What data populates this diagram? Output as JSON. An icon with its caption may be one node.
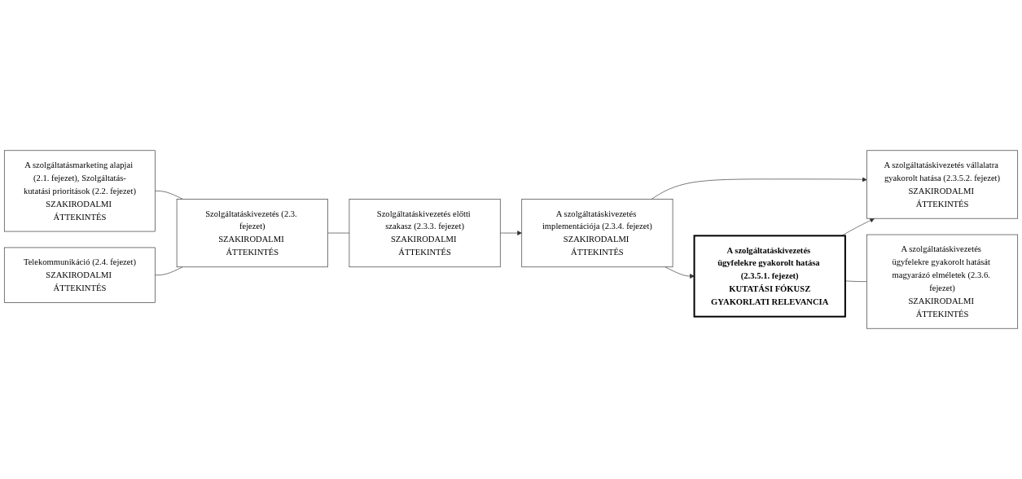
{
  "diagram": {
    "nodes": [
      {
        "text": [
          "A szolgáltatásmarketing alapjai (2.1. fejezet), Szolgáltatás-kutatási prioritások (2.2. fejezet)",
          "SZAKIRODALMI ÁTTEKINTÉS"
        ]
      },
      {
        "text": [
          "Telekommunikáció (2.4. fejezet)",
          "SZAKIRODALMI ÁTTEKINTÉS"
        ]
      },
      {
        "text": [
          "Szolgáltatáskivezetés (2.3. fejezet)",
          "SZAKIRODALMI ÁTTEKINTÉS"
        ]
      },
      {
        "text": [
          "Szolgáltatáskivezetés előtti szakasz (2.3.3. fejezet)",
          "SZAKIRODALMI ÁTTEKINTÉS"
        ]
      },
      {
        "text": [
          "A szolgáltatáskivezetés implementációja (2.3.4. fejezet)",
          "SZAKIRODALMI ÁTTEKINTÉS"
        ]
      },
      {
        "text": [
          "A szolgáltatáskivezetés ügyfelekre gyakorolt hatása (2.3.5.1. fejezet)",
          "KUTATÁSI FÓKUSZ",
          "GYAKORLATI RELEVANCIA"
        ]
      },
      {
        "text": [
          "A szolgáltatáskivezetés vállalatra gyakorolt hatása (2.3.5.2. fejezet)",
          "SZAKIRODALMI ÁTTEKINTÉS"
        ]
      },
      {
        "text": [
          "A szolgáltatáskivezetés ügyfelekre gyakorolt hatását magyarázó elméletek (2.3.6. fejezet)",
          "SZAKIRODALMI ÁTTEKINTÉS"
        ]
      }
    ],
    "edges": [
      {
        "from": 0,
        "to": 2,
        "arrow": "none"
      },
      {
        "from": 1,
        "to": 2,
        "arrow": "none"
      },
      {
        "from": 2,
        "to": 3,
        "arrow": "none"
      },
      {
        "from": 3,
        "to": 4,
        "arrow": "to"
      },
      {
        "from": 4,
        "to": 5,
        "arrow": "to"
      },
      {
        "from": 4,
        "to": 6,
        "arrow": "to"
      },
      {
        "from": 5,
        "to": 6,
        "arrow": "to"
      },
      {
        "from": 5,
        "to": 7,
        "arrow": "none"
      }
    ]
  }
}
